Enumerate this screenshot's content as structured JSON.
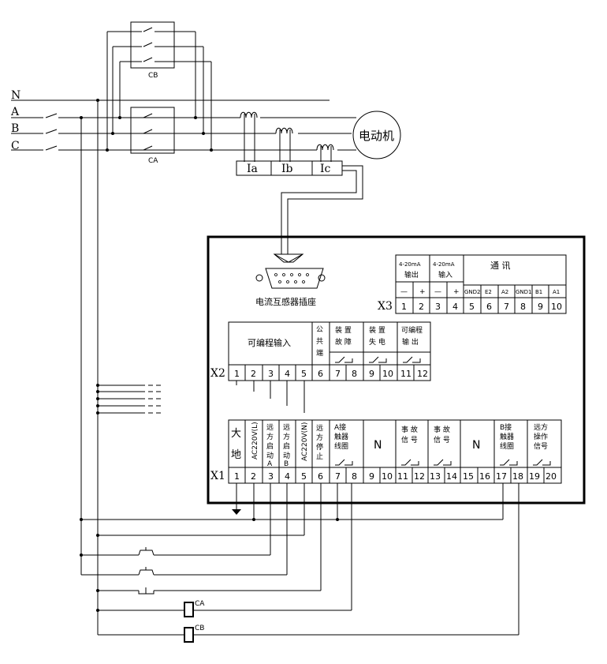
{
  "phases": [
    "N",
    "A",
    "B",
    "C"
  ],
  "motor_label": "电动机",
  "ct_labels": [
    "Ia",
    "Ib",
    "Ic"
  ],
  "breaker_labels": {
    "cb": "CB",
    "ca": "CA"
  },
  "coil_labels": {
    "ca": "CA",
    "cb": "CB"
  },
  "connector_label": "电流互感器插座",
  "x3": {
    "name": "X3",
    "groups": [
      "4-20mA 输出",
      "4-20mA 输入",
      "通 讯"
    ],
    "group_lines": [
      [
        "4-20mA",
        "输出"
      ],
      [
        "4-20mA",
        "输入"
      ]
    ],
    "signs": [
      "—",
      "+",
      "—",
      "+"
    ],
    "comm": [
      "GND2",
      "E2",
      "A2",
      "GND1",
      "B1",
      "A1"
    ],
    "numbers": [
      "1",
      "2",
      "3",
      "4",
      "5",
      "6",
      "7",
      "8",
      "9",
      "10"
    ]
  },
  "x2": {
    "name": "X2",
    "prog_input": "可编程输入",
    "common": [
      "公",
      "共",
      "端"
    ],
    "fault": [
      "装 置",
      "故 障"
    ],
    "power_loss": [
      "装 置",
      "失 电"
    ],
    "prog_output": [
      "可编程",
      "输 出"
    ],
    "numbers": [
      "1",
      "2",
      "3",
      "4",
      "5",
      "6",
      "7",
      "8",
      "9",
      "10",
      "11",
      "12"
    ]
  },
  "x1": {
    "name": "X1",
    "earth": [
      "大",
      "地"
    ],
    "ac_l": "AC220V(L)",
    "remote_a": [
      "远",
      "方",
      "启",
      "动",
      "A"
    ],
    "remote_b": [
      "远",
      "方",
      "启",
      "动",
      "B"
    ],
    "ac_n": "AC220V(N)",
    "remote_stop": [
      "远",
      "方",
      "停",
      "止"
    ],
    "contactor_a": [
      "A接",
      "触器",
      "线圈"
    ],
    "n1": "N",
    "accident1": [
      "事 故",
      "信 号"
    ],
    "accident2": [
      "事 故",
      "信 号"
    ],
    "n2": "N",
    "contactor_b": [
      "B接",
      "触器",
      "线圈"
    ],
    "remote_op": [
      "远方",
      "操作",
      "信号"
    ],
    "numbers": [
      "1",
      "2",
      "3",
      "4",
      "5",
      "6",
      "7",
      "8",
      "9",
      "10",
      "11",
      "12",
      "13",
      "14",
      "15",
      "16",
      "17",
      "18",
      "19",
      "20"
    ]
  }
}
